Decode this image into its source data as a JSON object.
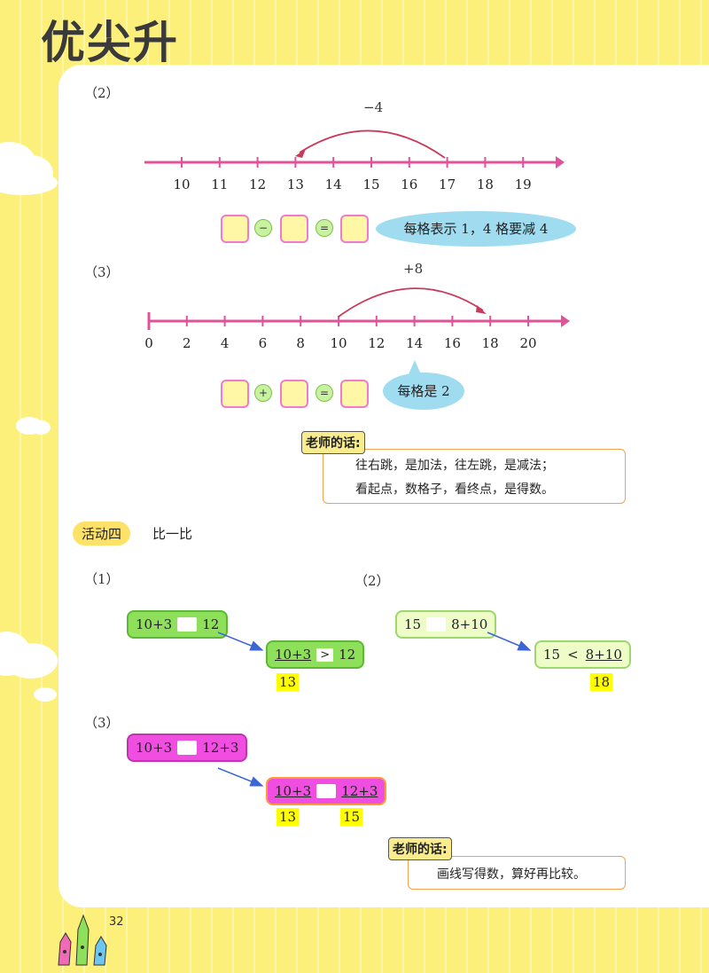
{
  "brand_title": "优尖升",
  "page_number": "32",
  "q2": {
    "label": "（2）",
    "jump_label": "−4",
    "ticks": [
      "10",
      "11",
      "12",
      "13",
      "14",
      "15",
      "16",
      "17",
      "18",
      "19"
    ],
    "ops": [
      "−",
      "="
    ],
    "hint": "每格表示 1，4 格要减 4"
  },
  "q3": {
    "label": "（3）",
    "jump_label": "+8",
    "ticks": [
      "0",
      "2",
      "4",
      "6",
      "8",
      "10",
      "12",
      "14",
      "16",
      "18",
      "20"
    ],
    "ops": [
      "+",
      "="
    ],
    "hint": "每格是 2"
  },
  "teacher1": {
    "tag": "老师的话:",
    "line1": "往右跳，是加法，往左跳，是减法；",
    "line2": "看起点，数格子，看终点，是得数。"
  },
  "activity": {
    "pill": "活动四",
    "title": "比一比"
  },
  "cmp1": {
    "label": "（1）",
    "left": "10+3",
    "right": "12",
    "ans_left": "10+3",
    "ans_op": ">",
    "ans_right": "12",
    "val": "13"
  },
  "cmp2": {
    "label": "（2）",
    "left": "15",
    "right": "8+10",
    "ans_left": "15",
    "ans_op": "<",
    "ans_right": "8+10",
    "val": "18"
  },
  "cmp3": {
    "label": "（3）",
    "left": "10+3",
    "right": "12+3",
    "ans_left": "10+3",
    "ans_right": "12+3",
    "val_left": "13",
    "val_right": "15"
  },
  "teacher2": {
    "tag": "老师的话:",
    "line1": "画线写得数，算好再比较。"
  }
}
